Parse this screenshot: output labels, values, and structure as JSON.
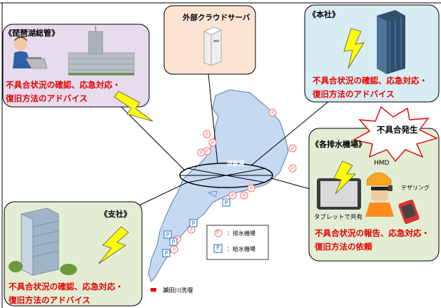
{
  "cloud": {
    "label": "外部クラウドサーバ"
  },
  "biwako_office": {
    "title": "《琵琶湖総管》",
    "lines": [
      "不具合状況の確認、応急対応・",
      "復旧方法のアドバイス"
    ]
  },
  "head_office": {
    "title": "《本社》",
    "lines": [
      "不具合状況の確認、応急対応・",
      "復旧方法のアドバイス"
    ]
  },
  "branch_office": {
    "title": "《支社》",
    "lines": [
      "不具合状況の確認、応急対応・",
      "復旧方法のアドバイス"
    ]
  },
  "pump_station": {
    "title": "《各排水機場》",
    "hmd_label": "HMD",
    "tethering_label": "テザリング",
    "tablet_label": "タブレットで共有",
    "lines": [
      "不具合状況の報告、応急対応・",
      "復旧方法の依頼"
    ]
  },
  "trouble_burst": {
    "label": "不具合発生"
  },
  "lake": {
    "label": "琵琶湖"
  },
  "weir": {
    "label": "瀬田川洗堰"
  },
  "legend": {
    "drain_symbol": "P",
    "drain_label": "：排水機場",
    "supply_symbol": "P",
    "supply_label": "：給水機場"
  },
  "colors": {
    "purple_box": "#e6dcee",
    "peach_box": "#fde4d2",
    "blue_box": "#d8ecf4",
    "green_box": "#e3edd4",
    "lake_fill": "#c5d9f1",
    "red_text": "#e60000",
    "bolt": "#ffff00",
    "drain_marker": "#ff6b6b",
    "supply_marker": "#1f6fc2"
  }
}
